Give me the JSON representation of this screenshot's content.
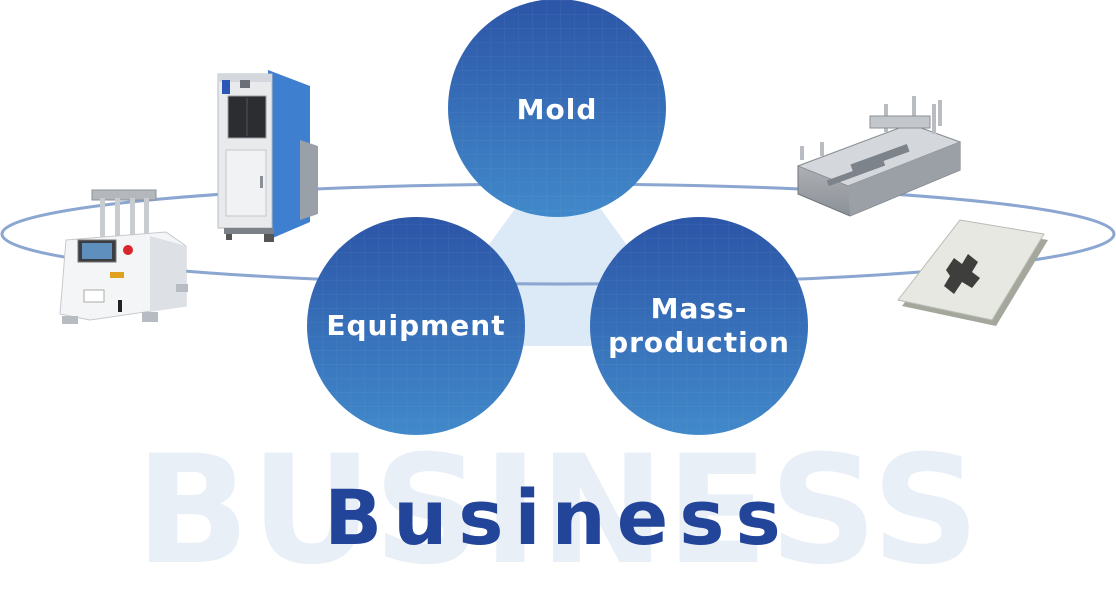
{
  "heading": {
    "background_word": "BUSINESS",
    "title": "Business"
  },
  "circles": {
    "mold": "Mold",
    "equipment": "Equipment",
    "mass_production": "Mass-\nproduction"
  },
  "colors": {
    "circle_top": "#2f5aa9",
    "circle_bottom": "#3f86c9",
    "ring": "#8aa6d1",
    "title": "#22459a",
    "background_word": "#e9eff7",
    "triangle": "#dce9f7"
  },
  "images": [
    "press-machine-image",
    "cabinet-machine-image",
    "mold-image",
    "molded-plate-image"
  ]
}
